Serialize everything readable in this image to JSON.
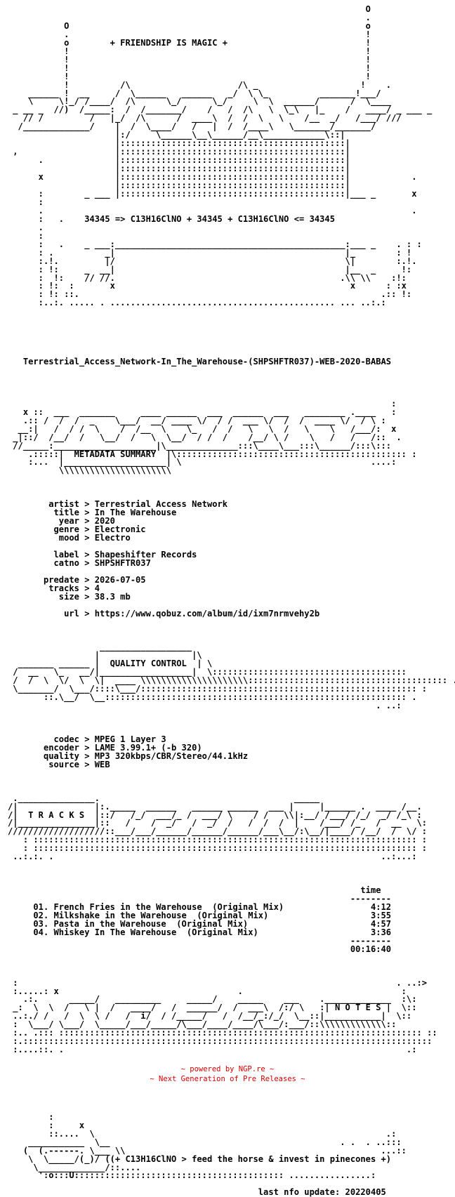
{
  "nfo_lines": [
    "                                                                      O",
    "                                                                      .",
    "           O                                                          o",
    "           .                                                          !",
    "           o        + FRIENDSHIP IS MAGIC +                           !",
    "           !                                                          !",
    "           !                                                          !",
    "           !                                                          !",
    "           !                                                          !",
    "           !          /\\                     /\\ _                    !    .",
    "    ______ !  __     /  \\______   ______   _/  \\ \\_          _______!___/",
    "    \\     \\!_/ /____/  /\\      \\_/      \\_/     \\  \\  ______/      /  \\____",
    " _ __ _  //)  /_____:  /  /_______/    /   /  /\\   \\  \\_\\   |_    /   ____/ _ ___ _",
    "   // /         /   |_/  /\\      /  ____\\  /  /  \\   \\    /__  _/   /___/ ///",
    "  /_____________/    |  /  \\____/   /   |  /  /____\\   \\_______/_______/",
    "                     |:/     \\______\\__\\______/__\\____________\\::|",
    "                     |::::::::::::::::::::::::::::::::::::::::::::|",
    " ,                   |::::::::::::::::::::::::::::::::::::::::::::|",
    "      .              |::::::::::::::::::::::::::::::::::::::::::::|",
    "                     |::::::::::::::::::::::::::::::::::::::::::::|",
    "      x              |::::::::::::::::::::::::::::::::::::::::::::|            .",
    "                     |::::::::::::::::::::::::::::::::::::::::::::|",
    "      :        _ ___ |::::::::::::::::::::::::::::::::::::::::::::|___ _       x",
    "      :",
    "      .                                                                        .",
    "      :   .    34345 => C13H16ClNO + 34345 + C13H16ClNO <= 34345",
    "      .",
    "      :",
    "      :   .    _ ___:_____________________________________________:___ _    . : :",
    "      : .          _|                                             |_        : !",
    "      :.!.         |/                                             \\|        :.!.",
    "      : !:     _  __|                                             |__  _     !:",
    "      :  !:    // //.                                            .\\\\ \\\\    :!:",
    "      : !:  :       x                                              x      : :x",
    "      : !: ::.                                                           .:: !:",
    "      :..:. ..... . ............................................ ... ..:.:",
    "",
    "",
    "",
    "",
    "",
    "",
    "   Terrestrial_Access_Network-In_The_Warehouse-(SHPSHFTR037)-WEB-2020-BABAS",
    "",
    "",
    "",
    "",
    "                                                                           :",
    "   x ::  ___  _______     ____ ______  ___  ______  ___   ________ .____   :",
    "   .:: /  /  /  _    \\___/  __/ ____ \\/  / /  ___ \\/  /  /  ____ \\/  / \\ :",
    "  __:|   /  / /  \\    /  /__  \\    \\_   /  /   \\   \\  /   \\    \\   /___/:  x",
    " _|::/  /__/  /   \\__/  /   \\  \\__/  / /  /    /__/ \\ /    \\   /   /   /::  .",
    " //_____:____________________|\\______________:::\\____\\___:::\\______/:::\\:::",
    "    .:::::|  METADATA SUMMARY  |\\::::::::::::::::::::::::::::::::::::::::::::: :",
    "    :...  |____________________| \\                                     ....:",
    "          \\\\\\\\\\\\\\\\\\\\\\\\\\\\\\\\\\\\\\\\\\\\",
    "",
    "",
    "",
    "        artist > Terrestrial Access Network",
    "         title > In The Warehouse",
    "          year > 2020",
    "         genre > Electronic",
    "          mood > Electro",
    "",
    "         label > Shapeshifter Records",
    "         catno > SHPSHFTR037",
    "",
    "       predate > 2026-07-05",
    "        tracks > 4",
    "          size > 38.3 mb",
    "",
    "           url > https://www.qobuz.com/album/id/ixm7nrmvehy2b",
    "",
    "",
    "",
    "                  __________________",
    "                 |                  |\\",
    "  _______ ______ |  QUALITY CONTROL  | \\",
    " /  __   \\_   __/|__________________|  \\::::::::::::::::::::::::::::::::::::::",
    " /  /  \\  \\/  \\  \\|  ____ \\\\\\\\\\\\\\\\\\\\\\\\\\\\\\\\\\\\\\\\\\::::::::::::::::::::::::::::::::::::::: .",
    " \\_______/  \\___/::::\\___/:::::::::::::::::::::::::::::::::::::::::::::::::::::: :",
    "       ::.\\__/  \\__::::::::::::::::::::::::::::::::::::::::::::::::::::::::::: .",
    "                                                                        . ..:",
    "",
    "",
    "",
    "         codec > MPEG 1 Layer 3",
    "       encoder > LAME 3.99.1+ (-b 320)",
    "       quality > MP3 320kbps/CBR/Stereo/44.1kHz",
    "        source > WEB",
    "",
    "",
    "",
    " ._______________.                                      _____",
    "/|               |:._____  ______   ______ ______  ___ |     |______ .  ____ /__.",
    "/|  T R A C K S  |::/   /_/  ___/_ /  ___/ \\    / /   \\\\|:__/ /___/ /_/  _/ /_\\ :",
    "/|_______________|::   /    /  _/   /  _/  /   /  /  /  |    /___/ /_   /  __   \\:",
    "///////////////////::___/___/______/______/______/___\\__/:\\__/|____/ /__/  /  \\/ :",
    "   : ::::::::::::::::::::::::::::::::::::::::::::::::::::::::::::::::::::::::::: :",
    "   : ::::::::::::::::::::::::::::::::::::::::::::::::::::::::::::::::::::::::::: :",
    " ..:.:. .                                                                ..:...:",
    "",
    "",
    "",
    "                                                                     time",
    "                                                                   --------",
    "     01. French Fries in the Warehouse  (Original Mix)                 4:12",
    "     02. Milkshake in the Warehouse  (Original Mix)                    3:55",
    "     03. Pasta in the Warehouse  (Original Mix)                        4:57",
    "     04. Whiskey In The Warehouse  (Original Mix)                      3:36",
    "                                                                   --------",
    "                                                                   00:16:40",
    "",
    "",
    "",
    " :                                                                          . ..:>",
    " :.....: x                                   .                               :",
    "   .:.      _____/   _________     _____/    _____    ___    ._____________  :\\:",
    " _:  \\  \\  /   \\ |  /   ____/   /  ______/  /  ___\\  /:/ \\   :| N O T E S |  \\::",
    " ..:./ /   /  \\  \\ /   /  i/  / /_____/   /  /__/_:/_/  \\__::|___________|  \\::",
    " :  \\___/ \\___/  \\_____/___/_____/\\___/____/____/\\___/:___/::\\\\\\\\\\\\\\\\\\\\\\\\\\::",
    " :.. .::: ::::::::::::::::::::::::::::::::::::::::::::::::::::::::::::::::::::::: ::",
    " :.::::::::::::::::::::::::::::::::::::::::::::::::::::::::::::::::::::::::::::::::",
    " :....::. .                                                                   .:",
    "",
    "",
    "",
    "",
    "",
    "",
    "",
    "        :",
    "        :     x",
    "        ::....  \\                                                         .:",
    "    ___________  \\__                                             . .  . ..:::",
    "   (  (.------. \\___ \\\\                                                  ...::",
    "    \\  \\_____/(_)/ ((+ C13H16ClNO > feed the horse & invest in pinecones +)",
    "     \\_____________/::....",
    "      ':o:::U::::::::::::::::::::::::::::::::::::::::: ................:",
    "",
    "                                                 last nfo update: 20220405"
  ],
  "footer": {
    "line1": "~ powered by NGP.re ~",
    "line2": "~ Next Generation of Pre Releases ~"
  }
}
